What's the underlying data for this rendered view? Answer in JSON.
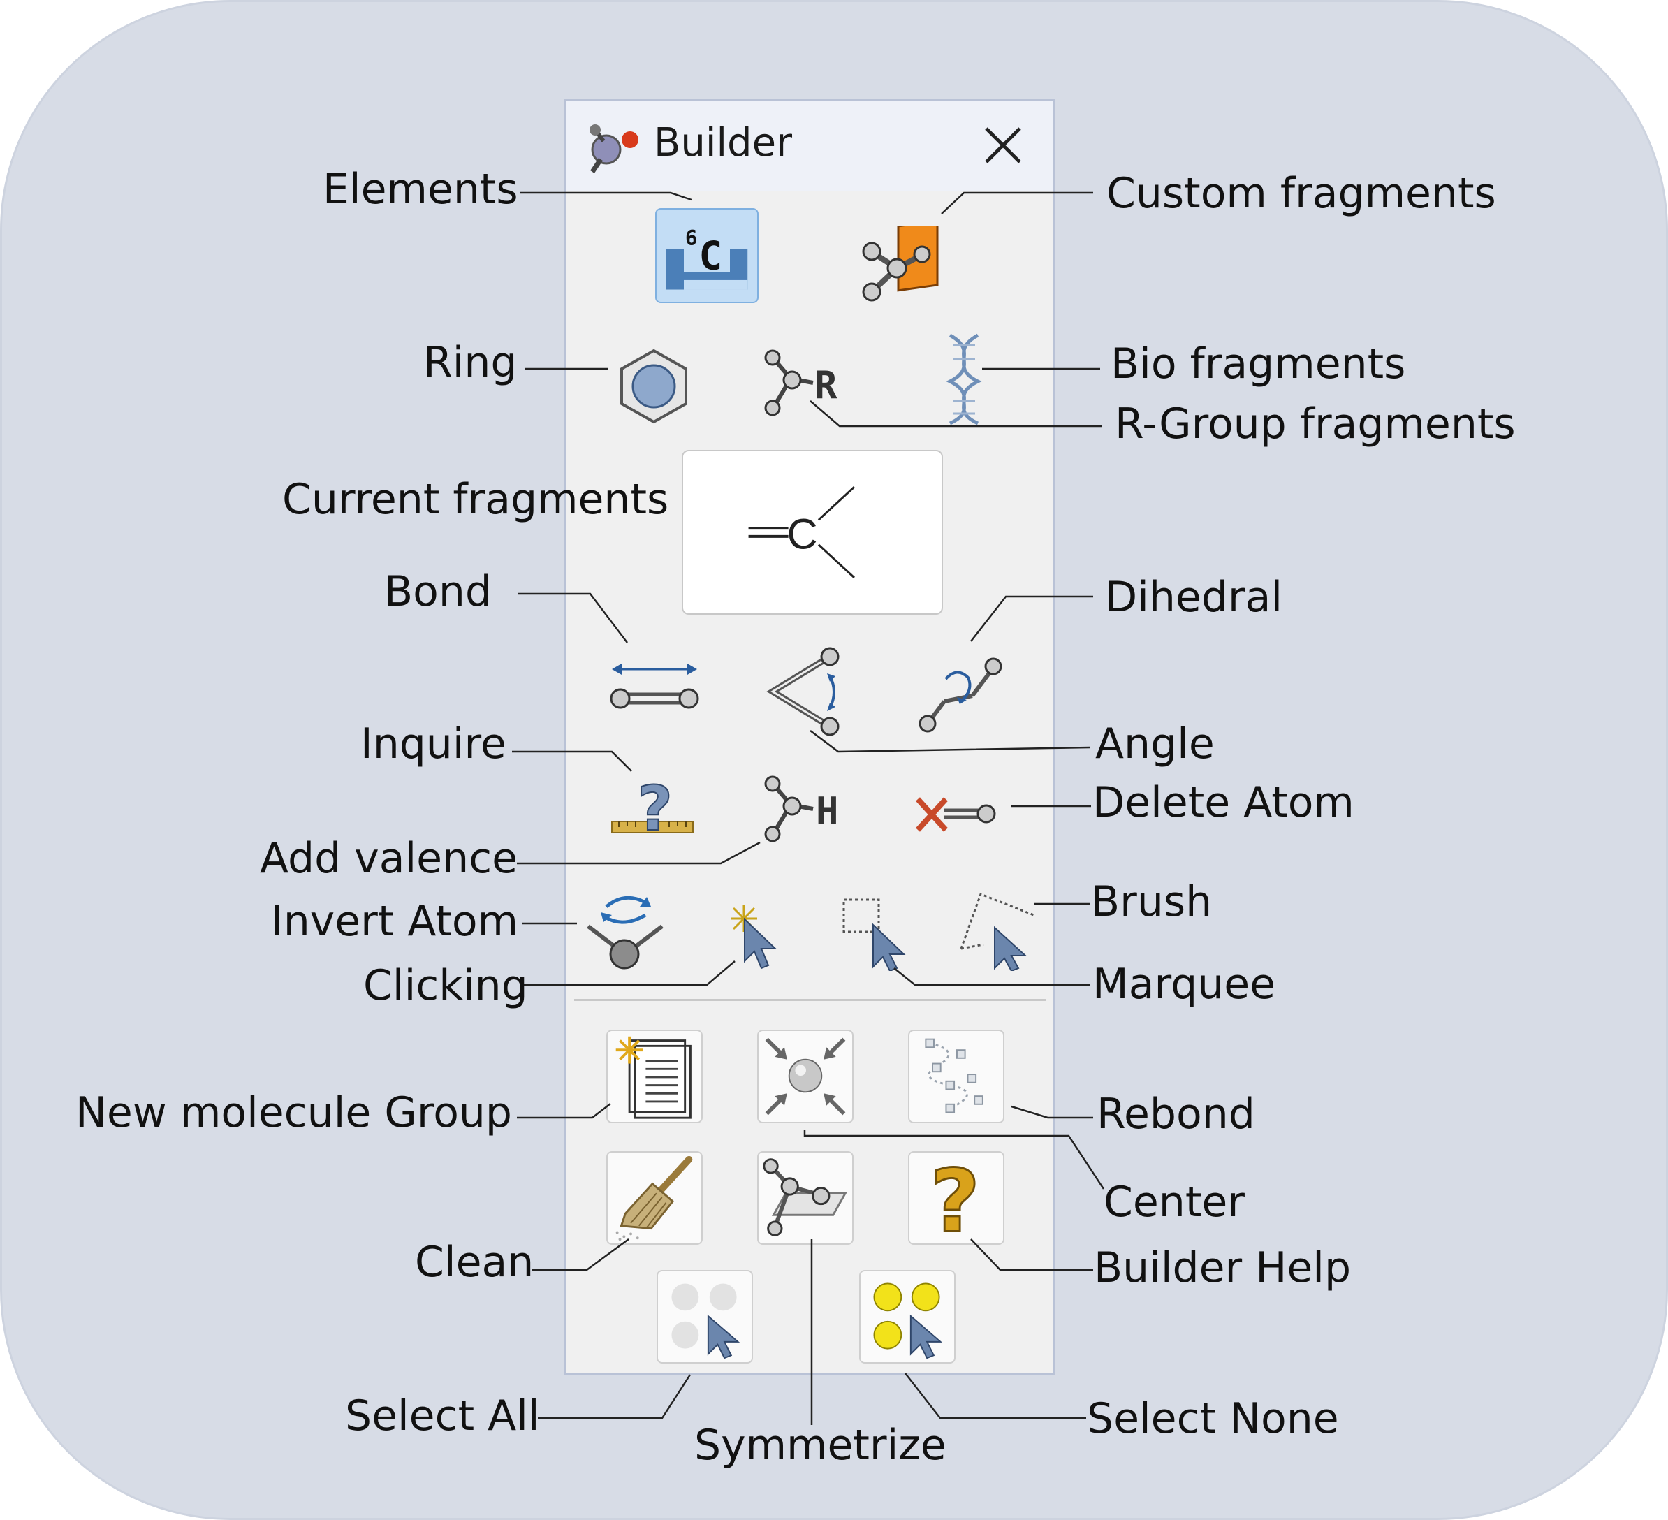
{
  "window": {
    "title": "Builder",
    "close_icon": "close-icon"
  },
  "callouts": {
    "elements": "Elements",
    "custom_fragments": "Custom fragments",
    "ring": "Ring",
    "bio_fragments": "Bio fragments",
    "r_group_fragments": "R-Group fragments",
    "current_fragments": "Current fragments",
    "bond": "Bond",
    "dihedral": "Dihedral",
    "angle": "Angle",
    "inquire": "Inquire",
    "delete_atom": "Delete Atom",
    "add_valence": "Add valence",
    "invert_atom": "Invert Atom",
    "brush": "Brush",
    "clicking": "Clicking",
    "marquee": "Marquee",
    "new_molecule_group": "New molecule Group",
    "rebond": "Rebond",
    "center": "Center",
    "clean": "Clean",
    "builder_help": "Builder Help",
    "select_all": "Select All",
    "symmetrize": "Symmetrize",
    "select_none": "Select None"
  },
  "elements_button": {
    "atomic_number": "6",
    "symbol": "C"
  },
  "r_group_button": {
    "symbol": "R"
  },
  "add_valence_button": {
    "symbol": "H"
  },
  "current_fragment": {
    "symbol": "C"
  },
  "colors": {
    "background": "#d7dce6",
    "panel": "#f0f0f0",
    "selected_tool": "#c3ddf5",
    "accent_orange": "#f08a1a",
    "select_none_yellow": "#f2e21a",
    "help_gold": "#d9a21b"
  }
}
